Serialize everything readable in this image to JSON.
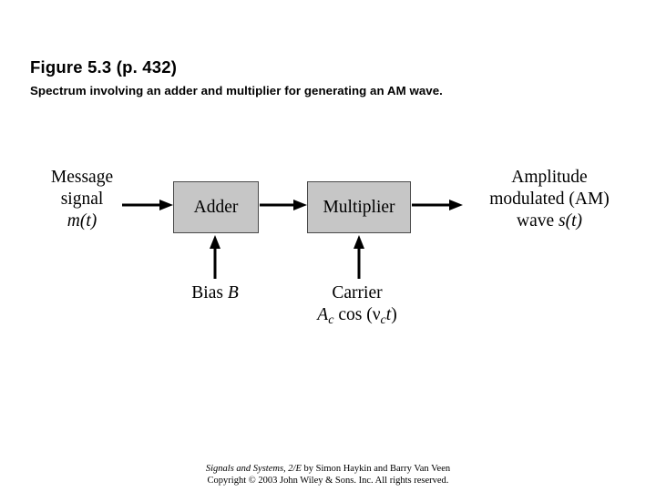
{
  "header": {
    "title": "Figure 5.3  (p. 432)",
    "caption": "Spectrum involving an adder and multiplier for generating an AM wave."
  },
  "diagram": {
    "input_label": {
      "line1": "Message",
      "line2": "signal",
      "line3_math": "m(t)"
    },
    "adder": {
      "label": "Adder"
    },
    "multiplier": {
      "label": "Multiplier"
    },
    "output_label": {
      "line1": "Amplitude",
      "line2": "modulated  (AM)",
      "line3_prefix": "wave ",
      "line3_math": "s(t)"
    },
    "bias_label": {
      "text": "Bias ",
      "symbol": "B"
    },
    "carrier_label": {
      "line1": "Carrier",
      "amplitude": "A",
      "amplitude_sub": "c",
      "function": " cos (",
      "freq": "ν",
      "freq_sub": "c",
      "time": "t",
      "close": ")"
    }
  },
  "footer": {
    "line1_italic": "Signals and Systems, 2/E",
    "line1_rest": " by Simon Haykin and Barry Van Veen",
    "line2": "Copyright © 2003 John Wiley & Sons. Inc. All rights reserved."
  },
  "colors": {
    "background": "#ffffff",
    "box_fill": "#c6c6c6",
    "box_border": "#4a4a4a",
    "ink": "#000000"
  }
}
